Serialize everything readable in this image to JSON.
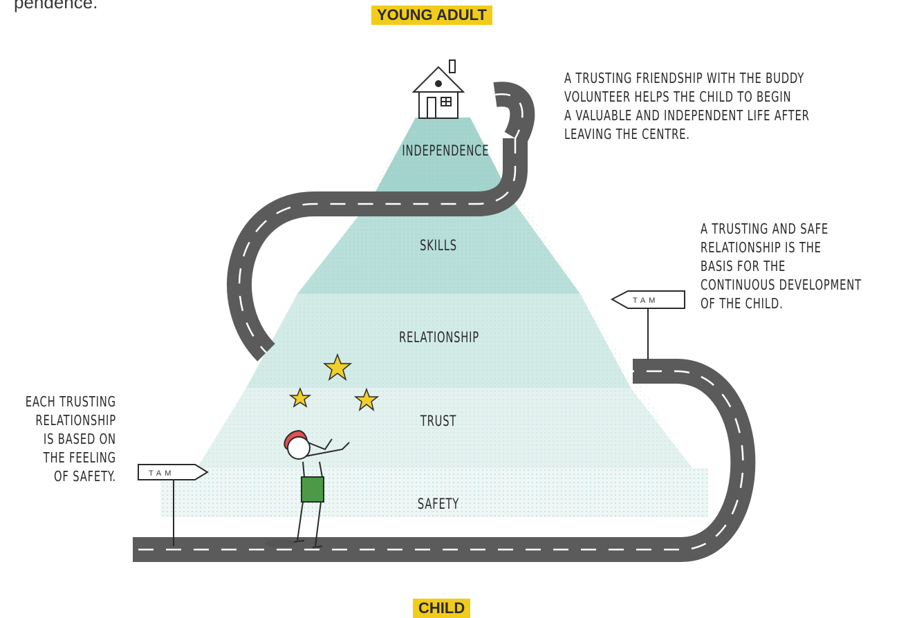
{
  "intro_fragment": "pendence.",
  "top_label": "YOUNG ADULT",
  "bottom_label": "CHILD",
  "pyramid_levels": [
    {
      "id": "independence",
      "label": "INDEPENDENCE"
    },
    {
      "id": "skills",
      "label": "SKILLS"
    },
    {
      "id": "relationship",
      "label": "RELATIONSHIP"
    },
    {
      "id": "trust",
      "label": "TRUST"
    },
    {
      "id": "safety",
      "label": "SAFETY"
    }
  ],
  "annotations": {
    "top_right": [
      "A TRUSTING FRIENDSHIP WITH THE BUDDY",
      "VOLUNTEER HELPS THE CHILD TO BEGIN",
      "A VALUABLE AND INDEPENDENT LIFE AFTER",
      "LEAVING THE CENTRE."
    ],
    "middle_right": [
      "A TRUSTING AND SAFE",
      "RELATIONSHIP IS THE",
      "BASIS FOR THE",
      "CONTINUOUS DEVELOPMENT",
      "OF THE CHILD."
    ],
    "left": [
      "EACH TRUSTING",
      "RELATIONSHIP",
      "IS BASED ON",
      "THE FEELING",
      "OF SAFETY."
    ]
  },
  "signs": {
    "left": "TAM",
    "right": "TAM"
  },
  "colors": {
    "road": "#5b5b5b",
    "road_edge": "#444444",
    "pyramid_top": "#a8d5cf",
    "pyramid_mid": "#c4e3df",
    "pyramid_bottom": "#e3f1ef",
    "badge": "#f2cc1a",
    "shirt": "#4c9a48",
    "cap": "#e0514f",
    "star": "#f1cf2a"
  },
  "icons": [
    "house-icon",
    "star-icon",
    "sign-arrow-icon",
    "child-figure-icon"
  ]
}
